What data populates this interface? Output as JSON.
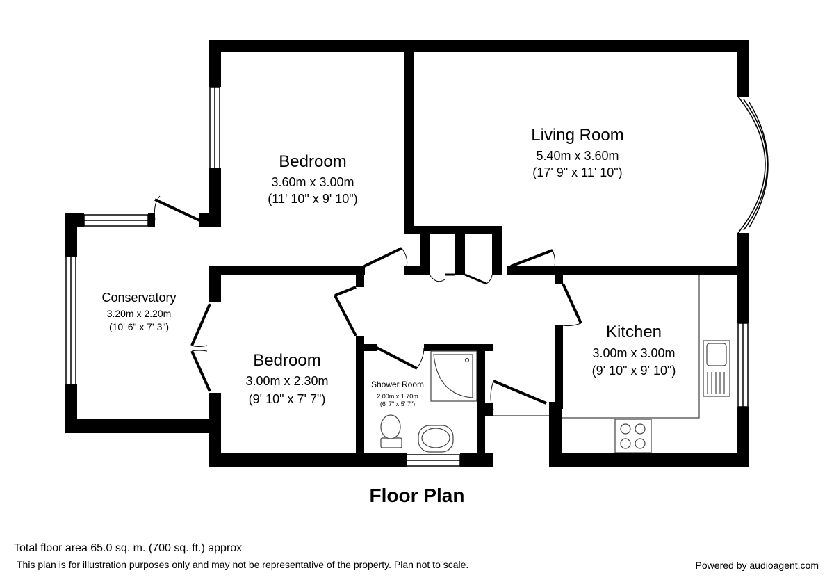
{
  "rooms": {
    "bedroom1": {
      "name": "Bedroom",
      "metric": "3.60m x 3.00m",
      "imperial": "(11' 10\" x 9' 10\")"
    },
    "living": {
      "name": "Living Room",
      "metric": "5.40m x 3.60m",
      "imperial": "(17' 9\" x 11' 10\")"
    },
    "conservatory": {
      "name": "Conservatory",
      "metric": "3.20m x 2.20m",
      "imperial": "(10' 6\" x 7' 3\")"
    },
    "bedroom2": {
      "name": "Bedroom",
      "metric": "3.00m x 2.30m",
      "imperial": "(9' 10\" x 7' 7\")"
    },
    "shower": {
      "name": "Shower Room",
      "metric": "2.00m x 1.70m",
      "imperial": "(6' 7\" x 5' 7\")"
    },
    "kitchen": {
      "name": "Kitchen",
      "metric": "3.00m x 3.00m",
      "imperial": "(9' 10\" x 9' 10\")"
    }
  },
  "plan_title": "Floor Plan",
  "footer": {
    "total_area": "Total floor area 65.0 sq. m. (700 sq. ft.) approx",
    "disclaimer": "This plan is for illustration purposes only and may not be representative of the property. Plan not to scale.",
    "powered_by": "Powered by audioagent.com"
  },
  "colors": {
    "wall": "#000000",
    "background": "#ffffff",
    "fixture_stroke": "#444444"
  }
}
